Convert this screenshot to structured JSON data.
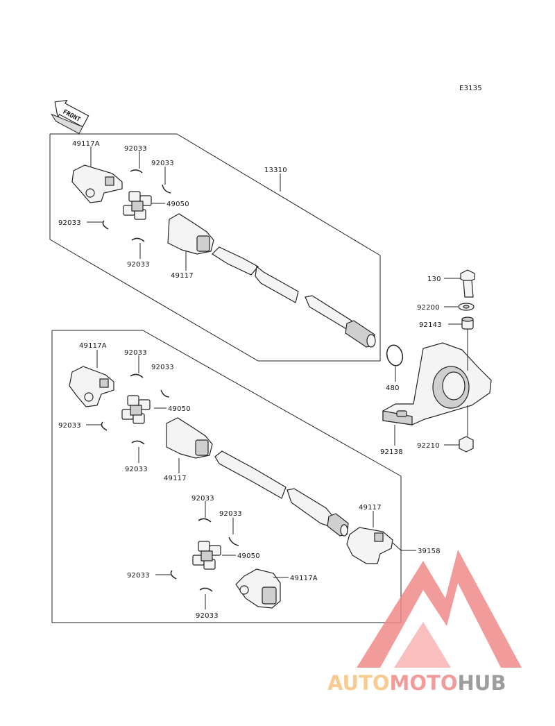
{
  "diagram": {
    "code": "E3135",
    "front_label": "FRONT",
    "labels": {
      "a_49117A": "49117A",
      "a_92033_1": "92033",
      "a_92033_2": "92033",
      "a_49050": "49050",
      "a_92033_3": "92033",
      "a_92033_4": "92033",
      "a_49117": "49117",
      "a_13310": "13310",
      "b_130": "130",
      "b_92200": "92200",
      "b_92143": "92143",
      "b_480": "480",
      "b_92138": "92138",
      "b_92210": "92210",
      "c_49117A": "49117A",
      "c_92033_1": "92033",
      "c_92033_2": "92033",
      "c_49050": "49050",
      "c_92033_3": "92033",
      "c_92033_4": "92033",
      "c_49117": "49117",
      "c_49117_b": "49117",
      "c_92033_5": "92033",
      "c_92033_6": "92033",
      "c_49050_b": "49050",
      "c_92033_7": "92033",
      "c_92033_8": "92033",
      "c_49117A_b": "49117A",
      "c_39158": "39158"
    }
  },
  "watermark": {
    "part1": "AUTO",
    "part2": "MOTO",
    "part3": "HUB",
    "color_light": "#f7c37e",
    "color_mid": "#f08a8a",
    "color_dark": "#8c8c8c"
  }
}
